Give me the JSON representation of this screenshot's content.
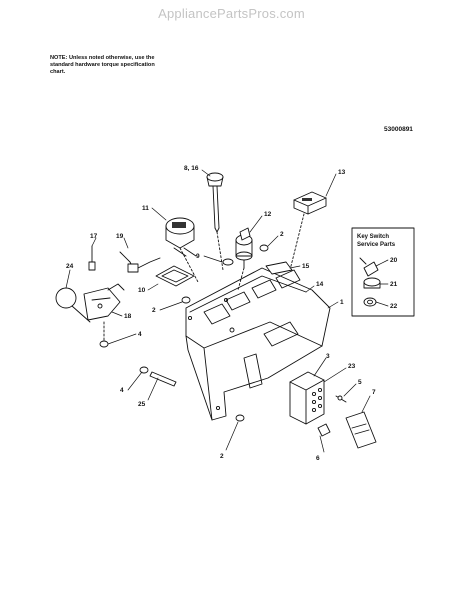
{
  "watermark": "AppliancePartsPros.com",
  "note": "NOTE: Unless noted otherwise, use the standard hardware torque specification chart.",
  "document_number": "53000891",
  "key_switch_box": {
    "title_line1": "Key Switch",
    "title_line2": "Service Parts"
  },
  "callouts": [
    {
      "id": "c-8-16",
      "label": "8, 16"
    },
    {
      "id": "c-13",
      "label": "13"
    },
    {
      "id": "c-11",
      "label": "11"
    },
    {
      "id": "c-12",
      "label": "12"
    },
    {
      "id": "c-17",
      "label": "17"
    },
    {
      "id": "c-19",
      "label": "19"
    },
    {
      "id": "c-2a",
      "label": "2"
    },
    {
      "id": "c-9",
      "label": "9"
    },
    {
      "id": "c-15",
      "label": "15"
    },
    {
      "id": "c-24",
      "label": "24"
    },
    {
      "id": "c-10",
      "label": "10"
    },
    {
      "id": "c-14",
      "label": "14"
    },
    {
      "id": "c-2b",
      "label": "2"
    },
    {
      "id": "c-1",
      "label": "1"
    },
    {
      "id": "c-18",
      "label": "18"
    },
    {
      "id": "c-4a",
      "label": "4"
    },
    {
      "id": "c-20",
      "label": "20"
    },
    {
      "id": "c-21",
      "label": "21"
    },
    {
      "id": "c-22",
      "label": "22"
    },
    {
      "id": "c-3",
      "label": "3"
    },
    {
      "id": "c-23",
      "label": "23"
    },
    {
      "id": "c-4b",
      "label": "4"
    },
    {
      "id": "c-5",
      "label": "5"
    },
    {
      "id": "c-25",
      "label": "25"
    },
    {
      "id": "c-7",
      "label": "7"
    },
    {
      "id": "c-6",
      "label": "6"
    },
    {
      "id": "c-2c",
      "label": "2"
    }
  ]
}
